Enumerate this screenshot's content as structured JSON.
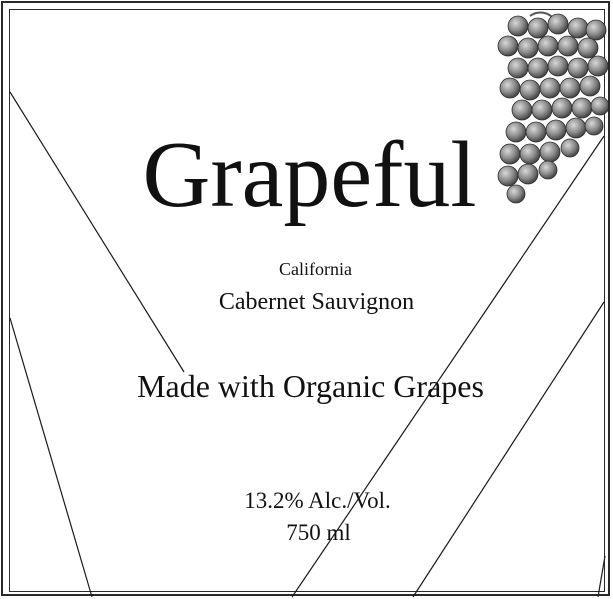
{
  "label": {
    "brand": "Grapeful",
    "region": "California",
    "varietal": "Cabernet Sauvignon",
    "tagline": "Made with Organic Grapes",
    "abv": "13.2% Alc./Vol.",
    "volume": "750 ml"
  },
  "icons": {
    "grapes": "grape-cluster-icon"
  },
  "colors": {
    "ink": "#111111",
    "frame": "#2a2a2a",
    "grape": "#8c8c8c",
    "background": "#ffffff"
  }
}
